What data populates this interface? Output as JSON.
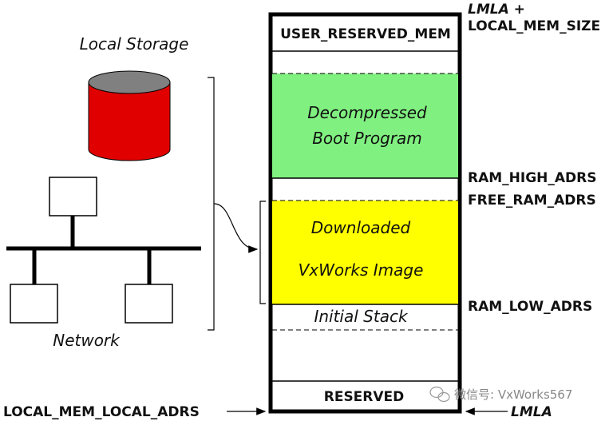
{
  "local_storage": {
    "label": "Local Storage",
    "color": "#e00000",
    "top_color": "#808080",
    "icon": "cylinder-disk-icon"
  },
  "network": {
    "label": "Network",
    "icon": "network-nodes-icon"
  },
  "memory_map": {
    "segments": {
      "user_reserved": "USER_RESERVED_MEM",
      "boot_line1": "Decompressed",
      "boot_line2": "Boot Program",
      "boot_color": "#80f080",
      "vx_line1": "Downloaded",
      "vx_line2": "VxWorks Image",
      "vx_color": "#ffff00",
      "stack": "Initial Stack",
      "reserved": "RESERVED"
    },
    "right_labels": {
      "lmla_plus": "LMLA +",
      "local_mem_size": "LOCAL_MEM_SIZE",
      "ram_high": "RAM_HIGH_ADRS",
      "free_ram": "FREE_RAM_ADRS",
      "ram_low": "RAM_LOW_ADRS",
      "lmla": "LMLA"
    },
    "left_labels": {
      "local_mem_local": "LOCAL_MEM_LOCAL_ADRS"
    }
  },
  "watermark": {
    "text": "微信号: VxWorks567",
    "icon": "wechat-icon"
  }
}
